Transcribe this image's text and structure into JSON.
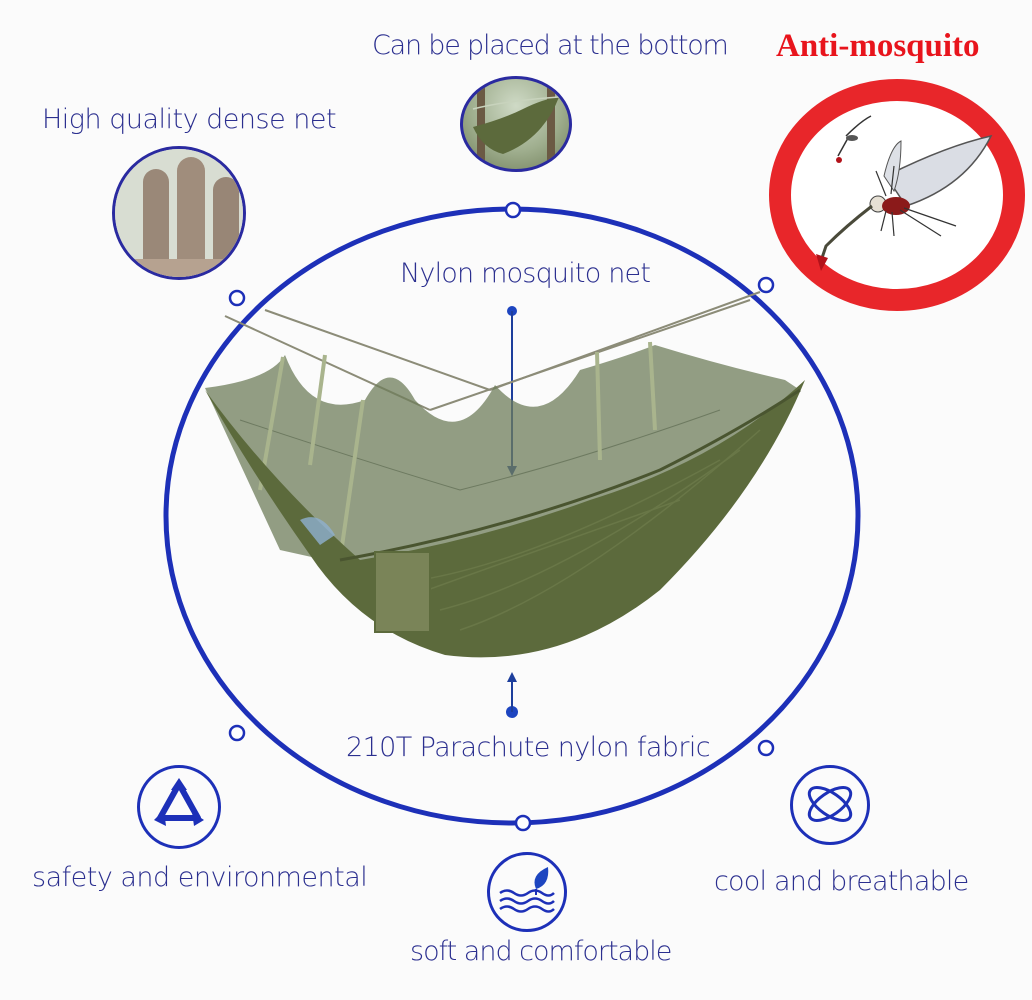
{
  "features": {
    "bottom_placement": {
      "label": "Can be placed at the bottom",
      "image": "hammock-between-trees-photo"
    },
    "dense_net": {
      "label": "High quality dense net",
      "image": "fingers-behind-mesh-photo"
    },
    "anti_mosquito": {
      "label": "Anti-mosquito",
      "icon": "no-mosquito-icon",
      "color": "#e8141c"
    },
    "mosquito_net": {
      "label": "Nylon mosquito net"
    },
    "fabric": {
      "label": "210T Parachute nylon fabric"
    }
  },
  "benefits": [
    {
      "label": "safety and environmental",
      "icon": "recycle-icon"
    },
    {
      "label": "soft and comfortable",
      "icon": "water-leaf-icon"
    },
    {
      "label": "cool and breathable",
      "icon": "orbit-loop-icon"
    }
  ],
  "product": {
    "name": "hammock with mosquito net",
    "color": "#5c6a3c"
  },
  "colors": {
    "accent_blue": "#1d30b8",
    "text_blue": "#2b2f8f"
  }
}
